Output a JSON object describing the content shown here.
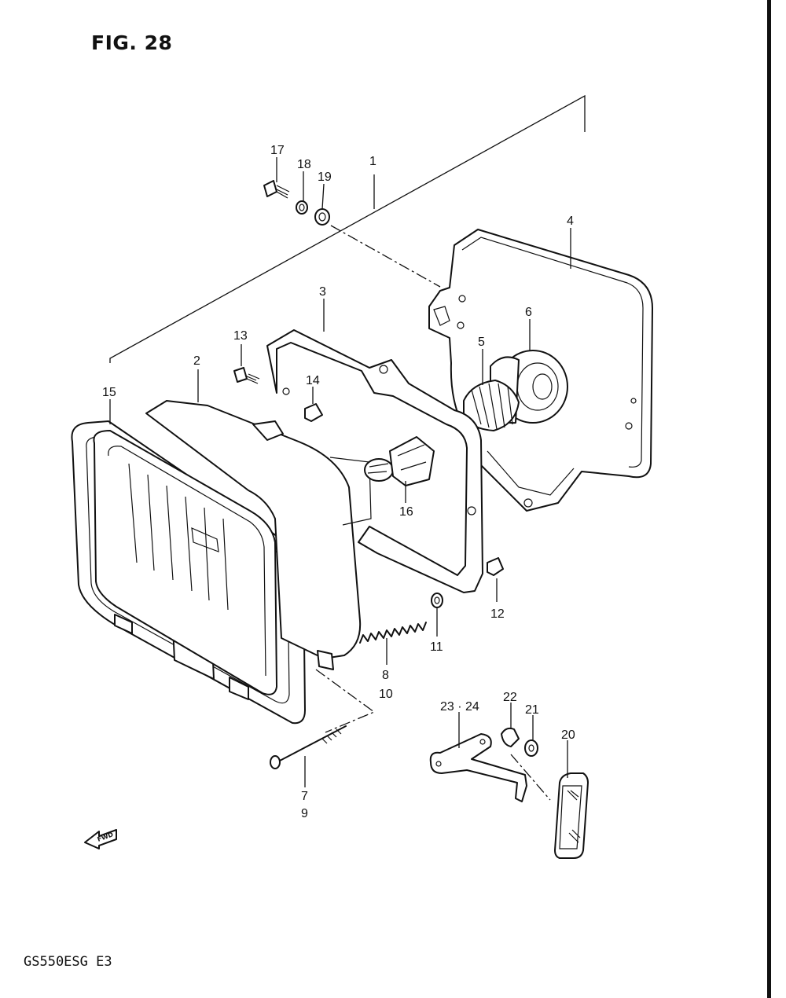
{
  "figure": {
    "title": "FIG. 28",
    "model_code": "GS550ESG  E3",
    "fwd_label": "FWD"
  },
  "callouts": {
    "c1": "1",
    "c2": "2",
    "c3": "3",
    "c4": "4",
    "c5": "5",
    "c6": "6",
    "c7": "7",
    "c8": "8",
    "c9": "9",
    "c10": "10",
    "c11": "11",
    "c12": "12",
    "c13": "13",
    "c14": "14",
    "c15": "15",
    "c16": "16",
    "c17": "17",
    "c18": "18",
    "c19": "19",
    "c20": "20",
    "c21": "21",
    "c22": "22",
    "c23_24": "23 · 24"
  }
}
